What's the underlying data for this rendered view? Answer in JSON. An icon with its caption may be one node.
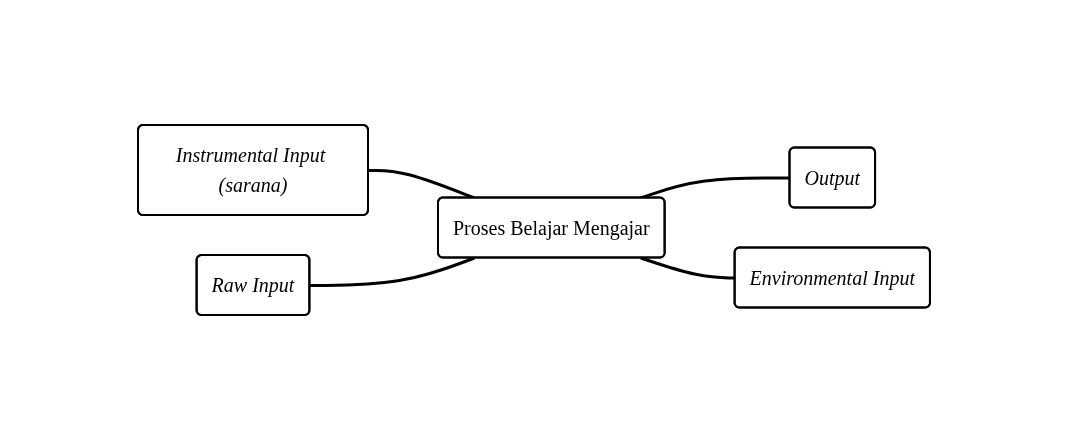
{
  "diagram": {
    "nodes": [
      {
        "text": [
          "Instrumental Input (sarana)"
        ]
      },
      {
        "text": [
          "Raw Input"
        ]
      },
      {
        "text": [
          "Proses Belajar Mengajar"
        ]
      },
      {
        "text": [
          "Output"
        ]
      },
      {
        "text": [
          "Environmental Input"
        ]
      }
    ],
    "edges": [
      {
        "from": 0,
        "to": 2,
        "arrow": "none"
      },
      {
        "from": 1,
        "to": 2,
        "arrow": "none"
      },
      {
        "from": 2,
        "to": 3,
        "arrow": "none"
      },
      {
        "from": 2,
        "to": 4,
        "arrow": "none"
      }
    ]
  }
}
